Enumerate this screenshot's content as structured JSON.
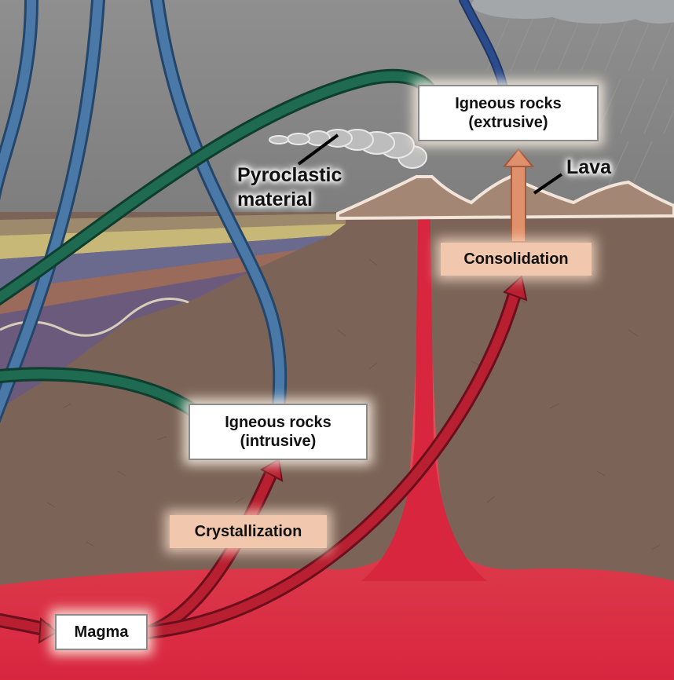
{
  "labels": {
    "extrusive_line1": "Igneous rocks",
    "extrusive_line2": "(extrusive)",
    "intrusive_line1": "Igneous rocks",
    "intrusive_line2": "(intrusive)",
    "pyroclastic_line1": "Pyroclastic",
    "pyroclastic_line2": "material",
    "lava": "Lava",
    "consolidation": "Consolidation",
    "crystallization": "Crystallization",
    "magma": "Magma"
  },
  "colors": {
    "sky": "#8a8a8a",
    "crust": "#7b6457",
    "magma": "#d62e44",
    "weathering_arrow": "#4a79a8",
    "sediment_arrow": "#1f6b52",
    "process_arrow": "#b81f30",
    "consolidation_arrow": "#e0906a",
    "label_tag": "#f1c7ad"
  }
}
